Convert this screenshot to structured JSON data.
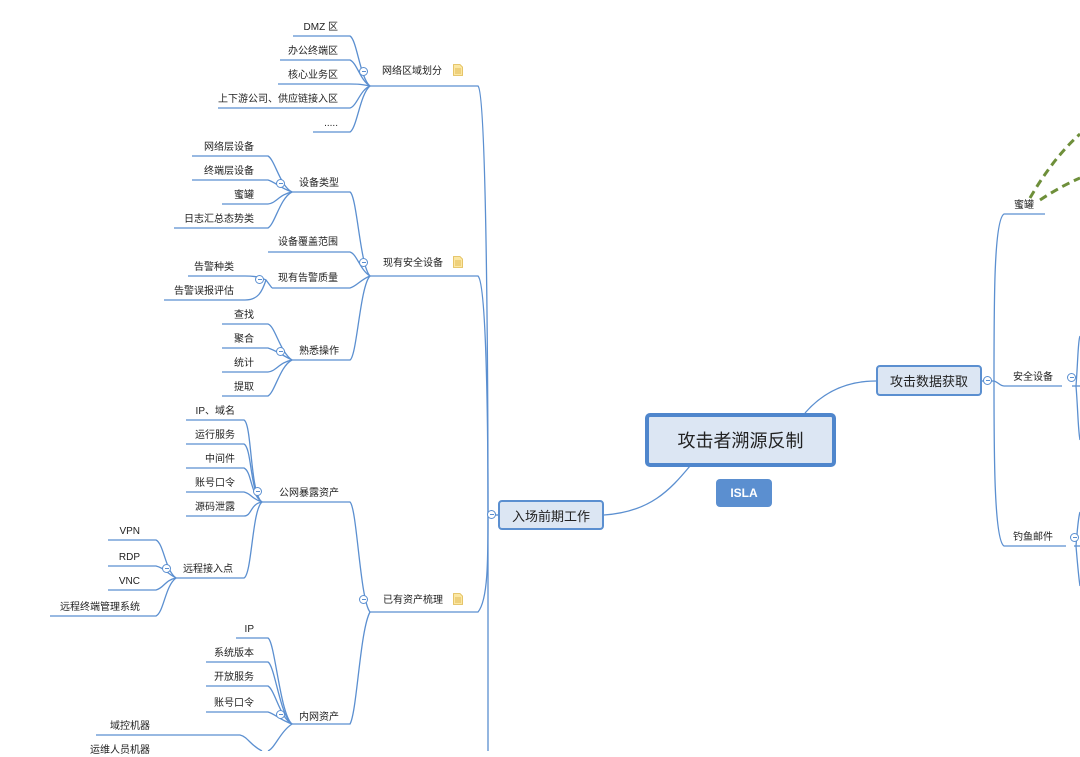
{
  "diagram": {
    "root": {
      "label": "攻击者溯源反制",
      "badge": "ISLA"
    },
    "left_main": {
      "label": "入场前期工作"
    },
    "right_main": {
      "label": "攻击数据获取"
    },
    "left": {
      "zones": {
        "label": "网络区域划分",
        "items": [
          "DMZ 区",
          "办公终端区",
          "核心业务区",
          "上下游公司、供应链接入区",
          "....."
        ]
      },
      "security": {
        "label": "现有安全设备",
        "device_types": {
          "label": "设备类型",
          "items": [
            "网络层设备",
            "终端层设备",
            "蜜罐",
            "日志汇总态势类"
          ]
        },
        "coverage": {
          "label": "设备覆盖范围"
        },
        "alerts": {
          "label": "现有告警质量",
          "items": [
            "告警种类",
            "告警误报评估"
          ]
        },
        "ops": {
          "label": "熟悉操作",
          "items": [
            "查找",
            "聚合",
            "统计",
            "提取"
          ]
        }
      },
      "assets": {
        "label": "已有资产梳理",
        "public": {
          "label": "公网暴露资产",
          "items": [
            "IP、域名",
            "运行服务",
            "中间件",
            "账号口令",
            "源码泄露"
          ]
        },
        "remote": {
          "label": "远程接入点",
          "items": [
            "VPN",
            "RDP",
            "VNC",
            "远程终端管理系统"
          ]
        },
        "intranet": {
          "label": "内网资产",
          "items": [
            "IP",
            "系统版本",
            "开放服务",
            "账号口令"
          ]
        },
        "more": {
          "items": [
            "域控机器",
            "运维人员机器"
          ]
        }
      }
    },
    "right": {
      "items": [
        "蜜罐",
        "安全设备",
        "钓鱼邮件"
      ]
    }
  }
}
